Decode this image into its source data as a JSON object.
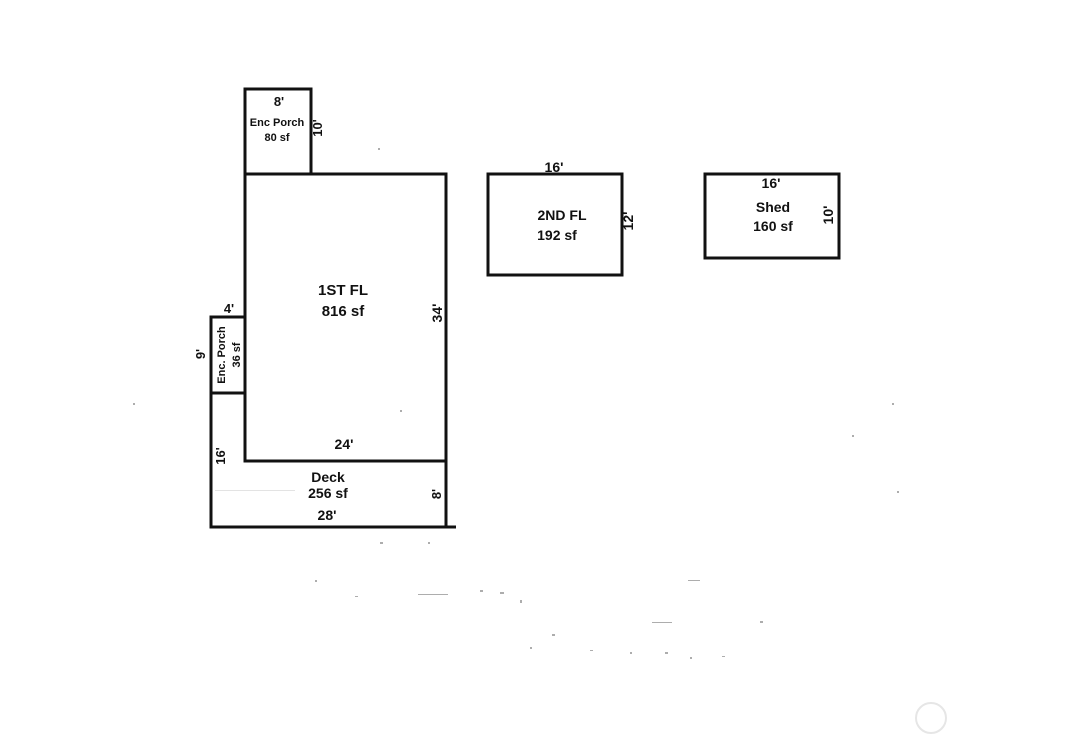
{
  "enc_porch_top": {
    "width": "8'",
    "name": "Enc Porch",
    "area": "80 sf",
    "depth": "10'"
  },
  "first_floor": {
    "name": "1ST FL",
    "area": "816 sf",
    "width": "24'",
    "depth": "34'"
  },
  "enc_porch_side": {
    "width": "4'",
    "depth": "9'",
    "name": "Enc. Porch",
    "area": "36 sf"
  },
  "deck": {
    "name": "Deck",
    "area": "256 sf",
    "width": "28'",
    "side_a": "16'",
    "side_b": "8'"
  },
  "second_floor": {
    "name": "2ND FL",
    "area": "192 sf",
    "width": "16'",
    "depth": "12'"
  },
  "shed": {
    "name": "Shed",
    "area": "160 sf",
    "width": "16'",
    "depth": "10'"
  },
  "colors": {
    "line": "#111111",
    "background": "#ffffff"
  }
}
